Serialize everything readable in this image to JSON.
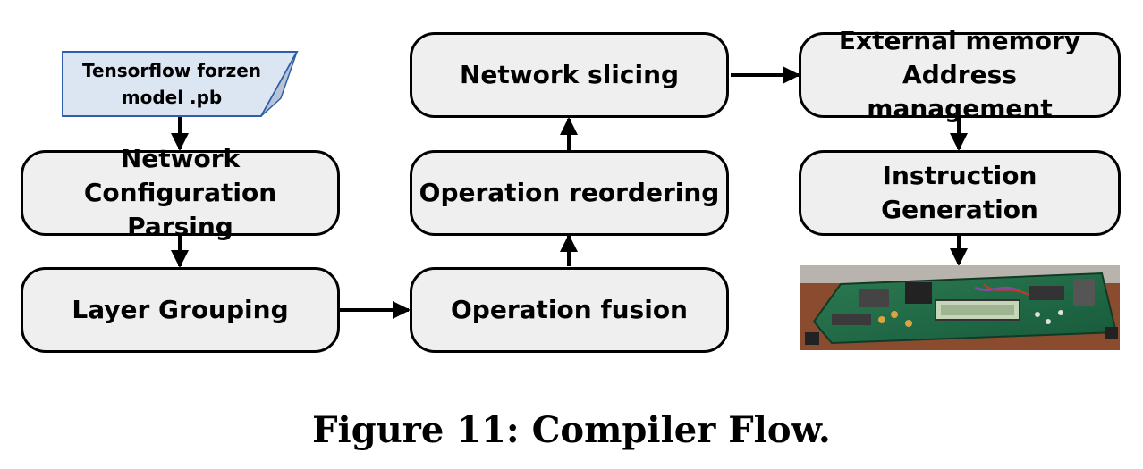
{
  "diagram": {
    "input": {
      "label": "Tensorflow forzen\nmodel .pb"
    },
    "steps": [
      {
        "id": "parsing",
        "label": "Network\nConfiguration Parsing"
      },
      {
        "id": "grouping",
        "label": "Layer Grouping"
      },
      {
        "id": "fusion",
        "label": "Operation fusion"
      },
      {
        "id": "reordering",
        "label": "Operation reordering"
      },
      {
        "id": "slicing",
        "label": "Network slicing"
      },
      {
        "id": "memory",
        "label": "External memory\nAddress management"
      },
      {
        "id": "instruction",
        "label": "Instruction\nGeneration"
      }
    ],
    "edges": [
      {
        "from": "input",
        "to": "parsing"
      },
      {
        "from": "parsing",
        "to": "grouping"
      },
      {
        "from": "grouping",
        "to": "fusion"
      },
      {
        "from": "fusion",
        "to": "reordering"
      },
      {
        "from": "reordering",
        "to": "slicing"
      },
      {
        "from": "slicing",
        "to": "memory"
      },
      {
        "from": "memory",
        "to": "instruction"
      },
      {
        "from": "instruction",
        "to": "fpga-board"
      }
    ],
    "colors": {
      "box_fill": "#efefef",
      "doc_fill": "#dce6f2",
      "doc_stroke": "#2e5fa8",
      "board": "#1f6e4a"
    }
  },
  "caption": "Figure 11: Compiler Flow."
}
